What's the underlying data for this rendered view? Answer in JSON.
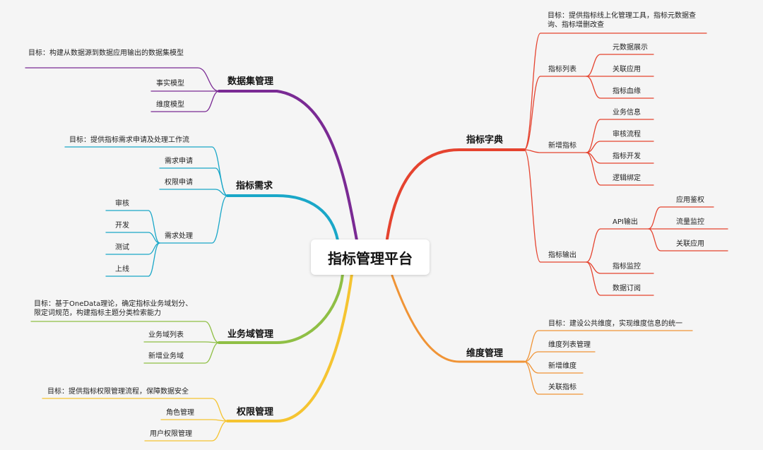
{
  "root": "指标管理平台",
  "branches": {
    "dataset": {
      "title": "数据集管理",
      "color": "#7a2a94",
      "goal": "目标：构建从数据源到数据应用输出的数据集模型",
      "items": [
        "事实模型",
        "维度模型"
      ]
    },
    "demand": {
      "title": "指标需求",
      "color": "#1aa7c8",
      "goal": "目标：提供指标需求申请及处理工作流",
      "items": [
        "需求申请",
        "权限申请"
      ],
      "process": {
        "label": "需求处理",
        "items": [
          "审核",
          "开发",
          "测试",
          "上线"
        ]
      }
    },
    "domain": {
      "title": "业务域管理",
      "color": "#8fbf45",
      "goal": "目标：基于OneData理论，确定指标业务域划分、限定词规范，构建指标主题分类检索能力",
      "items": [
        "业务域列表",
        "新增业务域"
      ]
    },
    "permission": {
      "title": "权限管理",
      "color": "#f5c431",
      "goal": "目标：提供指标权限管理流程，保障数据安全",
      "items": [
        "角色管理",
        "用户权限管理"
      ]
    },
    "dictionary": {
      "title": "指标字典",
      "color": "#e5432f",
      "goal": "目标：提供指标线上化管理工具，指标元数据查询、指标增删改查",
      "list": {
        "label": "指标列表",
        "items": [
          "元数据展示",
          "关联应用",
          "指标血缘"
        ]
      },
      "add": {
        "label": "新增指标",
        "items": [
          "业务信息",
          "审核流程",
          "指标开发",
          "逻辑绑定"
        ]
      },
      "output": {
        "label": "指标输出",
        "api": {
          "label": "API输出",
          "items": [
            "应用鉴权",
            "流量监控",
            "关联应用"
          ]
        },
        "items": [
          "指标监控",
          "数据订阅"
        ]
      }
    },
    "dimension": {
      "title": "维度管理",
      "color": "#f09436",
      "goal": "目标：建设公共维度，实现维度信息的统一",
      "items": [
        "维度列表管理",
        "新增维度",
        "关联指标"
      ]
    }
  }
}
